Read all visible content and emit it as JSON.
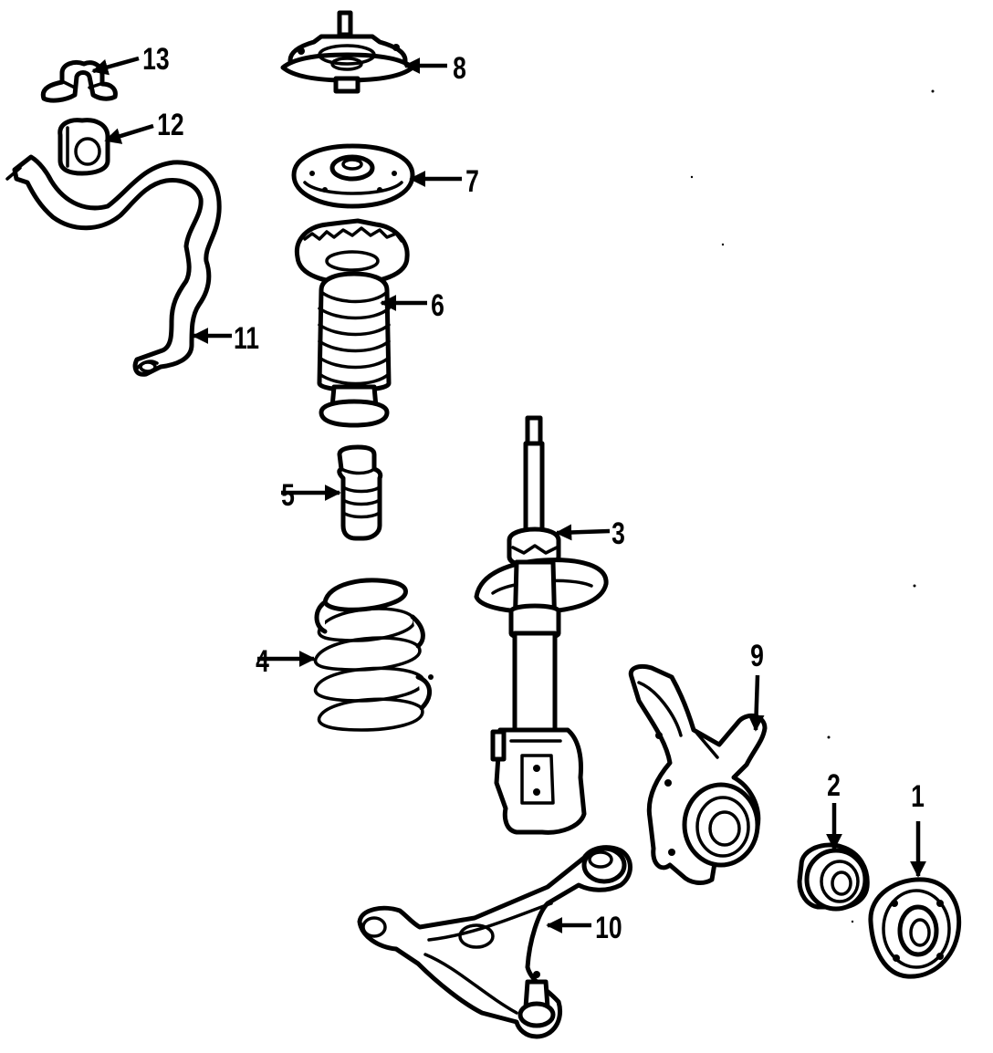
{
  "diagram": {
    "style": "black line-art exploded parts diagram",
    "colors": {
      "line": "#000000",
      "background": "#ffffff"
    },
    "callouts": [
      {
        "id": "1",
        "text": "1"
      },
      {
        "id": "2",
        "text": "2"
      },
      {
        "id": "3",
        "text": "3"
      },
      {
        "id": "4",
        "text": "4"
      },
      {
        "id": "5",
        "text": "5"
      },
      {
        "id": "6",
        "text": "6"
      },
      {
        "id": "7",
        "text": "7"
      },
      {
        "id": "8",
        "text": "8"
      },
      {
        "id": "9",
        "text": "9"
      },
      {
        "id": "10",
        "text": "10"
      },
      {
        "id": "11",
        "text": "11"
      },
      {
        "id": "12",
        "text": "12"
      },
      {
        "id": "13",
        "text": "13"
      }
    ]
  }
}
